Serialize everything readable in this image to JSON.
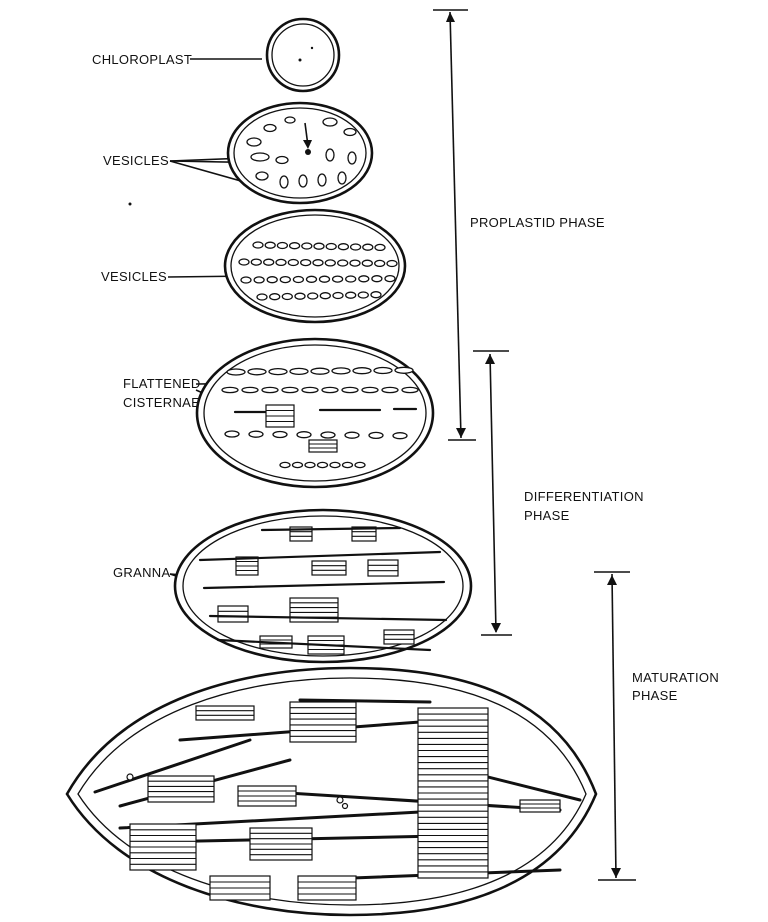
{
  "labels": {
    "chloroplast": "CHLOROPLAST",
    "vesicles_1": "VESICLES",
    "vesicles_2": "VESICLES",
    "flattened_line1": "FLATTENED",
    "flattened_line2": "CISTERNAE",
    "granna": "GRANNA"
  },
  "phases": {
    "proplastid": "PROPLASTID PHASE",
    "differentiation_line1": "DIFFERENTIATION",
    "differentiation_line2": "PHASE",
    "maturation_line1": "MATURATION",
    "maturation_line2": "PHASE"
  }
}
